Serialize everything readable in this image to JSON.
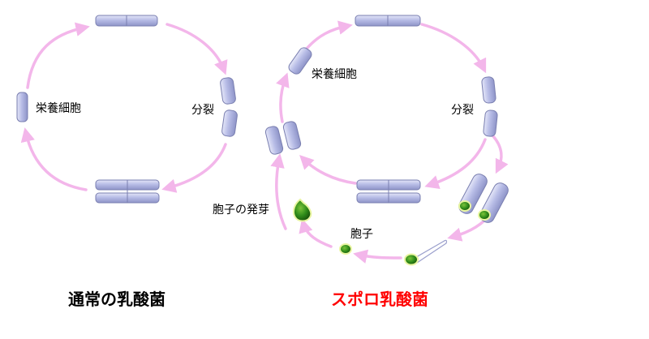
{
  "normal_cycle": {
    "title": "通常の乳酸菌",
    "title_color": "#000000",
    "labels": {
      "vegetative_cell": "栄養細胞",
      "division": "分裂"
    }
  },
  "sporo_cycle": {
    "title": "スポロ乳酸菌",
    "title_color": "#ff0000",
    "labels": {
      "vegetative_cell": "栄養細胞",
      "division": "分裂",
      "spore_germination": "胞子の発芽",
      "spore": "胞子"
    }
  },
  "colors": {
    "arrow": "#f3b6ea",
    "cell_fill": "#c3c7ea",
    "cell_stroke": "#7a7fb0",
    "spore_fill": "#2f8c1a",
    "spore_rim": "#e8f5a0"
  }
}
